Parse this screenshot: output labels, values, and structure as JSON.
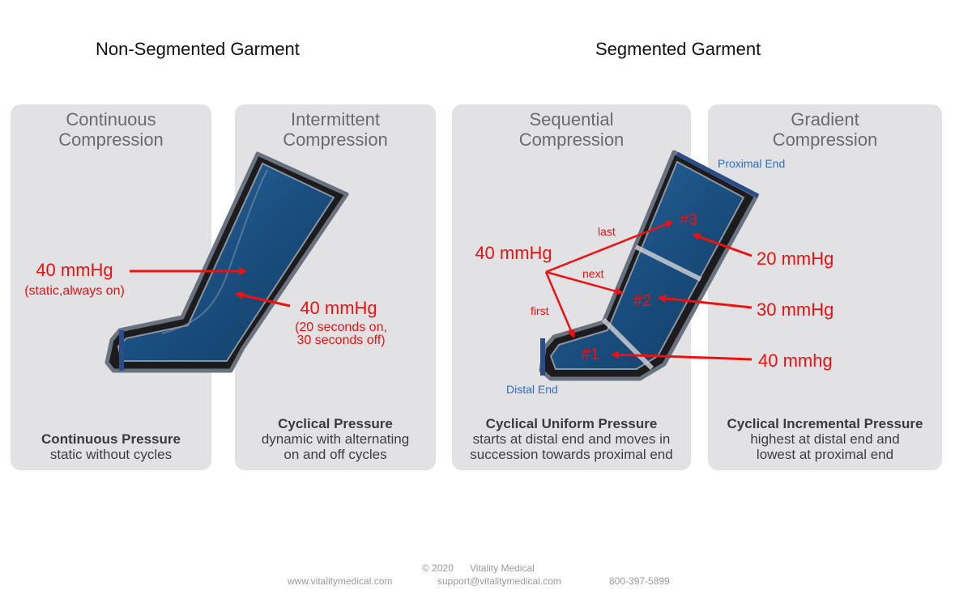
{
  "headings": {
    "non_segmented": "Non-Segmented Garment",
    "segmented": "Segmented Garment"
  },
  "panels": [
    {
      "title": [
        "Continuous",
        "Compression"
      ],
      "caption_bold": "Continuous Pressure",
      "caption_lines": [
        "static without cycles"
      ]
    },
    {
      "title": [
        "Intermittent",
        "Compression"
      ],
      "caption_bold": "Cyclical Pressure",
      "caption_lines": [
        "dynamic with alternating",
        "on and off cycles"
      ]
    },
    {
      "title": [
        "Sequential",
        "Compression"
      ],
      "caption_bold": "Cyclical Uniform Pressure",
      "caption_lines": [
        "starts at distal end and moves in",
        "succession towards proximal end"
      ]
    },
    {
      "title": [
        "Gradient",
        "Compression"
      ],
      "caption_bold": "Cyclical Incremental Pressure",
      "caption_lines": [
        "highest at distal end and",
        "lowest at proximal end"
      ]
    }
  ],
  "annotations": {
    "continuous_value": "40 mmHg",
    "continuous_note": "(static,always on)",
    "intermittent_value": "40 mmHg",
    "intermittent_note_1": "(20 seconds on,",
    "intermittent_note_2": "30 seconds off)",
    "sequential_value": "40 mmHg",
    "label_first": "first",
    "label_next": "next",
    "label_last": "last",
    "segment_1": "#1",
    "segment_2": "#2",
    "segment_3": "#3",
    "proximal_end": "Proximal End",
    "distal_end": "Distal End",
    "gradient_3": "20 mmHg",
    "gradient_2": "30 mmHg",
    "gradient_1": "40 mmhg"
  },
  "footer": {
    "copyright": "© 2020",
    "company": "Vitality Medical",
    "website": "www.vitalitymedical.com",
    "email": "support@vitalitymedical.com",
    "phone": "800-397-5899"
  },
  "colors": {
    "annotation_red": "#ee1111",
    "label_blue": "#2e6cc9",
    "garment_blue": "#1f5a8a",
    "panel_gray": "#e2e2e4"
  },
  "icons": [
    "compression-boot-illustration",
    "arrow-icon"
  ]
}
